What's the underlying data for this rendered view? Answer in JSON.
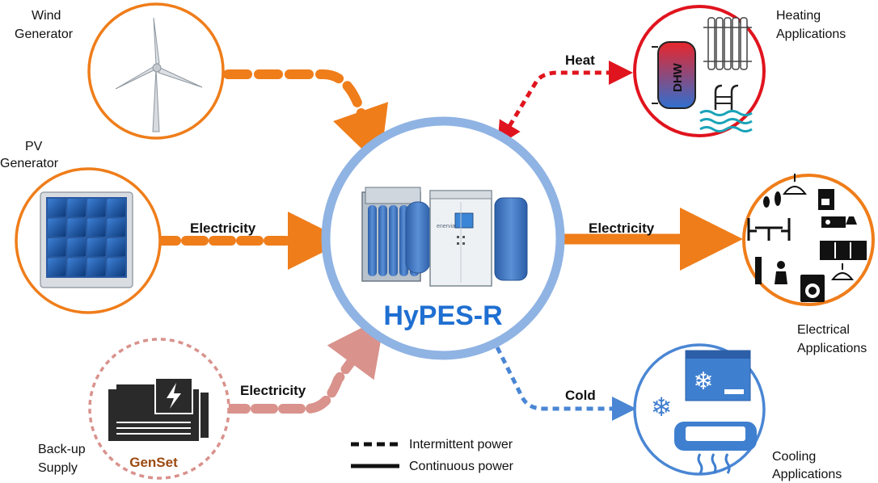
{
  "center": {
    "title": "HyPES-R",
    "brand": "enervia"
  },
  "sources": {
    "wind": {
      "label_line1": "Wind",
      "label_line2": "Generator"
    },
    "pv": {
      "label_line1": "PV",
      "label_line2": "Generator"
    },
    "backup": {
      "label_line1": "Back-up",
      "label_line2": "Supply",
      "device": "GenSet"
    }
  },
  "applications": {
    "heating": {
      "label_line1": "Heating",
      "label_line2": "Applications",
      "tank_label": "DHW"
    },
    "electrical": {
      "label_line1": "Electrical",
      "label_line2": "Applications"
    },
    "cooling": {
      "label_line1": "Cooling",
      "label_line2": "Applications"
    }
  },
  "flows": {
    "pv_electricity": "Electricity",
    "backup_electricity": "Electricity",
    "out_electricity": "Electricity",
    "heat": "Heat",
    "cold": "Cold"
  },
  "legend": {
    "intermittent": "Intermittent power",
    "continuous": "Continuous power"
  },
  "colors": {
    "orange": "#ef7d1a",
    "red": "#e0141e",
    "blue": "#4a86d4",
    "pink": "#d9928c",
    "center_ring": "#8fb3e3"
  }
}
